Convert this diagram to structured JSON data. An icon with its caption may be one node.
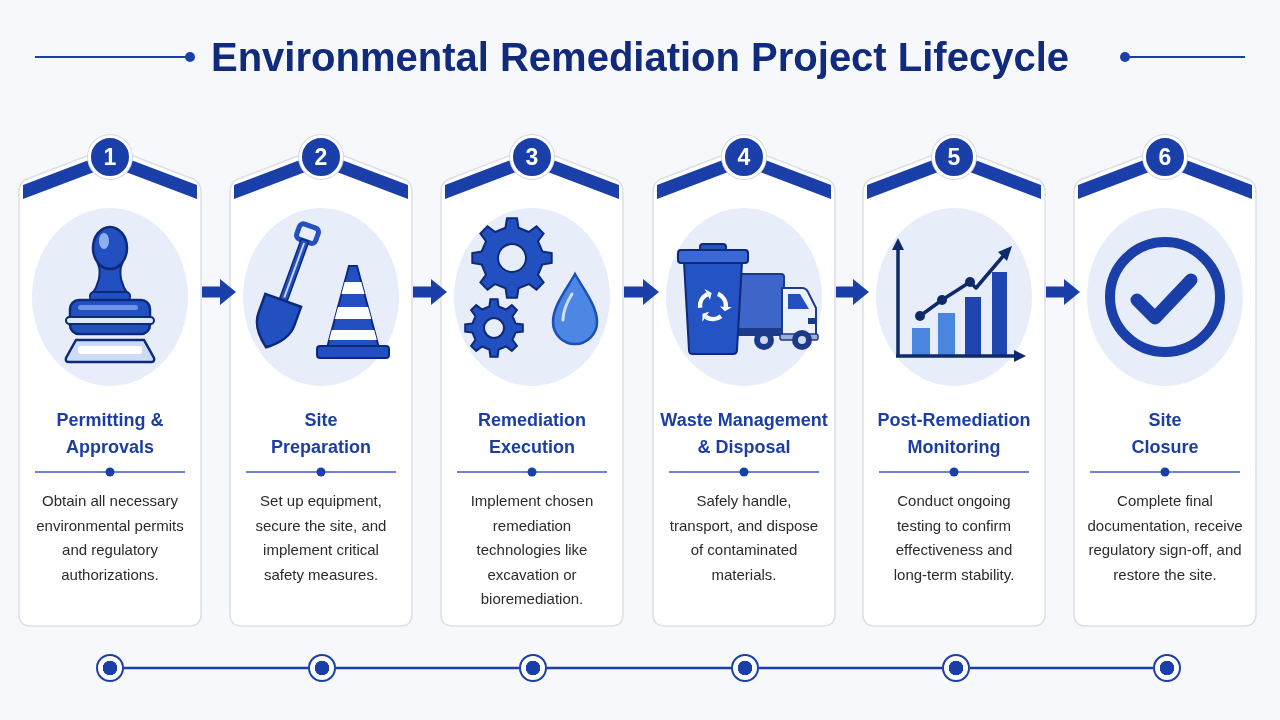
{
  "diagram": {
    "title": "Environmental Remediation Project Lifecycle",
    "nodes": [
      {
        "text": [
          "1",
          "Permitting & Approvals",
          "Obtain all necessary environmental permits and regulatory authorizations."
        ]
      },
      {
        "text": [
          "2",
          "Site Preparation",
          "Set up equipment, secure the site, and implement critical safety measures."
        ]
      },
      {
        "text": [
          "3",
          "Remediation Execution",
          "Implement chosen remediation technologies like excavation or bioremediation."
        ]
      },
      {
        "text": [
          "4",
          "Waste Management & Disposal",
          "Safely handle, transport, and dispose of contaminated materials."
        ]
      },
      {
        "text": [
          "5",
          "Post-Remediation Monitoring",
          "Conduct ongoing testing to confirm effectiveness and long-term stability."
        ]
      },
      {
        "text": [
          "6",
          "Site Closure",
          "Complete final documentation, receive regulatory sign-off, and restore the site."
        ]
      },
      {
        "text": [],
        "shape": "circle"
      },
      {
        "text": [],
        "shape": "circle"
      },
      {
        "text": [],
        "shape": "circle"
      },
      {
        "text": [],
        "shape": "circle"
      },
      {
        "text": [],
        "shape": "circle"
      },
      {
        "text": [],
        "shape": "circle"
      }
    ],
    "edges": [
      {
        "from": 0,
        "to": 1,
        "arrow": "to",
        "style": "thick"
      },
      {
        "from": 1,
        "to": 2,
        "arrow": "to",
        "style": "thick"
      },
      {
        "from": 2,
        "to": 3,
        "arrow": "to",
        "style": "thick"
      },
      {
        "from": 3,
        "to": 4,
        "arrow": "to",
        "style": "thick"
      },
      {
        "from": 4,
        "to": 5,
        "arrow": "to",
        "style": "thick"
      },
      {
        "from": 6,
        "to": 7,
        "arrow": "none"
      },
      {
        "from": 7,
        "to": 8,
        "arrow": "none"
      },
      {
        "from": 8,
        "to": 9,
        "arrow": "none"
      },
      {
        "from": 9,
        "to": 10,
        "arrow": "none"
      },
      {
        "from": 10,
        "to": 11,
        "arrow": "none"
      }
    ]
  }
}
